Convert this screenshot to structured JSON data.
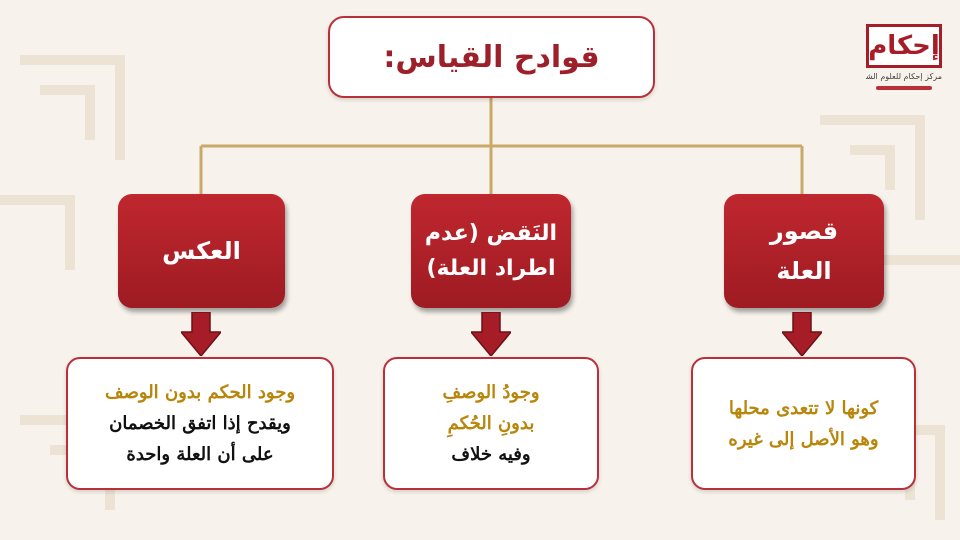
{
  "title": "قوادح القياس:",
  "logo": {
    "mark": "إحكام",
    "subtitle": "مركز إحكام للعلوم الشرعية"
  },
  "colors": {
    "accent": "#b8313a",
    "box_red": "#a61d28",
    "gold_text": "#b8860b",
    "line": "#c9a86a",
    "background": "#f7f3ec"
  },
  "nodes": [
    {
      "id": "reversal",
      "label": "العكس",
      "details": [
        "وجود الحكم بدون الوصف",
        "ويقدح إذا اتفق الخصمان",
        "على أن العلة واحدة"
      ]
    },
    {
      "id": "contradiction",
      "label": "النَقض (عدم اطراد العلة)",
      "details": [
        "وجودُ الوصفِ",
        "بدونِ الحُكمِ",
        "وفيه خلاف"
      ]
    },
    {
      "id": "limitation",
      "label": "قصور العلة",
      "details": [
        "كونها لا تتعدى محلها",
        "وهو الأصل إلى غيره"
      ]
    }
  ]
}
